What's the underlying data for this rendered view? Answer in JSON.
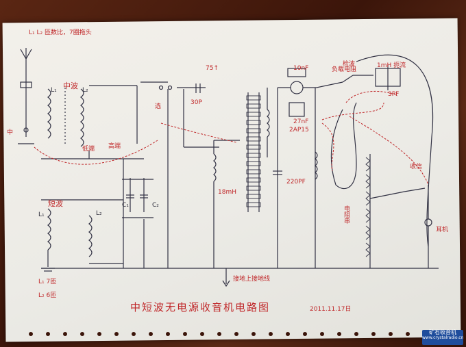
{
  "header_note": "L₁ L₂ 匝数比，7圈拖头",
  "labels": {
    "medium_wave": "中波",
    "short_wave": "短波",
    "l1_top": "L₁",
    "l2_top": "L₂",
    "l1_bottom": "L₁",
    "l2_bottom": "L₂",
    "c1": "C₁",
    "c2": "C₂",
    "cap_30p": "30P",
    "cap_10nf": "10nF",
    "cap_220pf": "220PF",
    "cap_3pf": "3PF",
    "cap_27nf": "27nF",
    "inductor_18mh": "18mH",
    "transistor_2ap15": "2AP15",
    "ground_label": "接地上接地线",
    "load_note": "负载电阻",
    "l1_turns": "L₁ 7匝",
    "l2_turns": "L₂ 6匝",
    "earphone": "耳机",
    "receive_tap": "收信",
    "antenna_mark": "中",
    "switch_mark": "选",
    "label_75": "75↑",
    "label_1mh": "1mH 扼流",
    "detector": "检波",
    "label_coil_left": "高端",
    "label_coil_right": "低端",
    "resistor_chain": "电阻串"
  },
  "title": "中短波无电源收音机电路图",
  "date": "2011.11.17日",
  "watermark": {
    "line1": "矿石收音机",
    "line2": "www.crystalradio.cn"
  }
}
